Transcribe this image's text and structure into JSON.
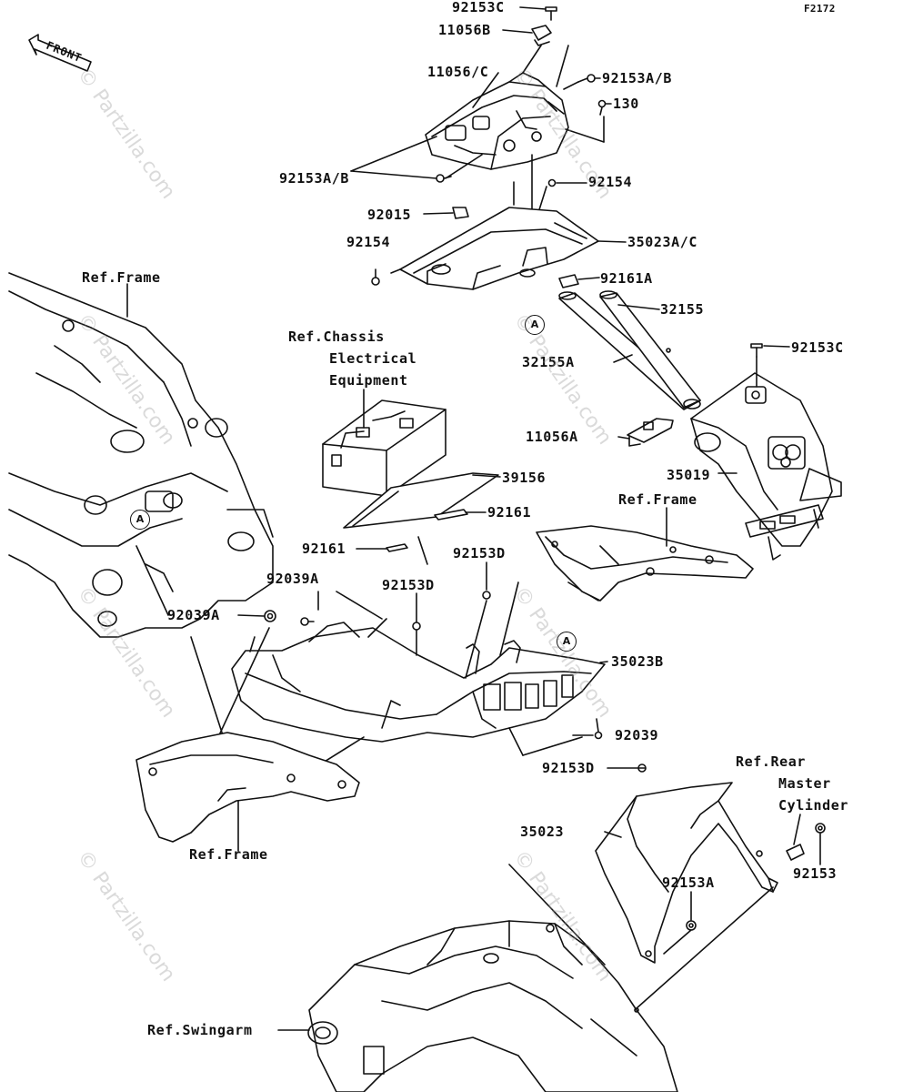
{
  "figure_id": "F2172",
  "direction_marker": "FRONT",
  "watermark": "© Partzilla.com",
  "callout_letter": "A",
  "labels": {
    "p92153C_top": "92153C",
    "p11056B": "11056B",
    "p11056C": "11056/C",
    "p92153AB_right": "92153A/B",
    "p130": "130",
    "p92153AB_left": "92153A/B",
    "p92154_right": "92154",
    "p92015": "92015",
    "p35023AC": "35023A/C",
    "p92154_left": "92154",
    "p92161A": "92161A",
    "p32155": "32155",
    "p32155A": "32155A",
    "p92153C_right": "92153C",
    "p11056A": "11056A",
    "p35019": "35019",
    "p39156": "39156",
    "p92161_right": "92161",
    "p92161_left": "92161",
    "p92153D_right": "92153D",
    "p92153D_mid": "92153D",
    "p92039A_mid": "92039A",
    "p92039A_left": "92039A",
    "p35023B": "35023B",
    "p92039": "92039",
    "p92153D_low": "92153D",
    "p35023": "35023",
    "p92153A": "92153A",
    "p92153": "92153",
    "ref_frame_top": "Ref.Frame",
    "ref_chassis_1": "Ref.Chassis",
    "ref_chassis_2": "Electrical",
    "ref_chassis_3": "Equipment",
    "ref_frame_right": "Ref.Frame",
    "ref_frame_bottom": "Ref.Frame",
    "ref_rear_1": "Ref.Rear",
    "ref_rear_2": "Master",
    "ref_rear_3": "Cylinder",
    "ref_swingarm": "Ref.Swingarm"
  }
}
